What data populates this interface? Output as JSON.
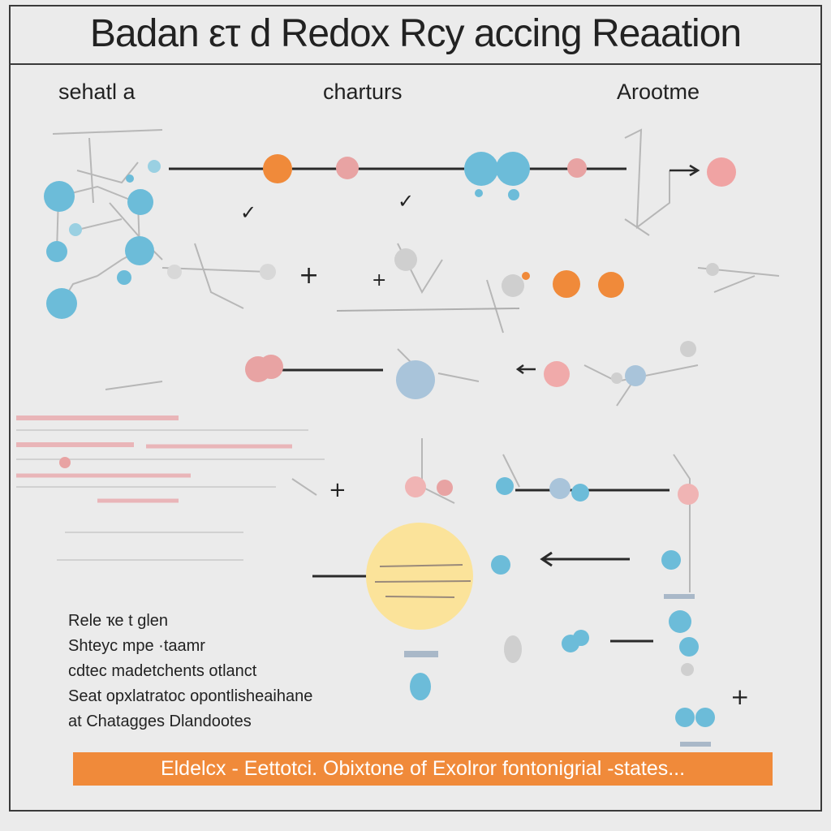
{
  "title": "Badan ετ d Redox Rcy accing Reaation",
  "columns": {
    "left": "sehatl a",
    "middle": "charturs",
    "right": "Arootme"
  },
  "notes": [
    "Rele  ҡe t glen",
    "Shteyc mpe  ·taamr",
    "cdtec  madetchents otlanct",
    "Seat opxlatratoc opontlisheaihane",
    "at Chatagges  Dlandootes"
  ],
  "banner": "Eldelcx - Eettotci. Obixtone of Exolror fontonigrial -states...",
  "colors": {
    "blue": "#6cbcd9",
    "orange": "#f08a3a",
    "pink": "#e8a3a3",
    "yellow": "#fbe39a",
    "line": "#2a2a2a",
    "faint_pink": "#e9a3a8"
  },
  "glyphs": {
    "plus": "+",
    "check": "✓"
  }
}
